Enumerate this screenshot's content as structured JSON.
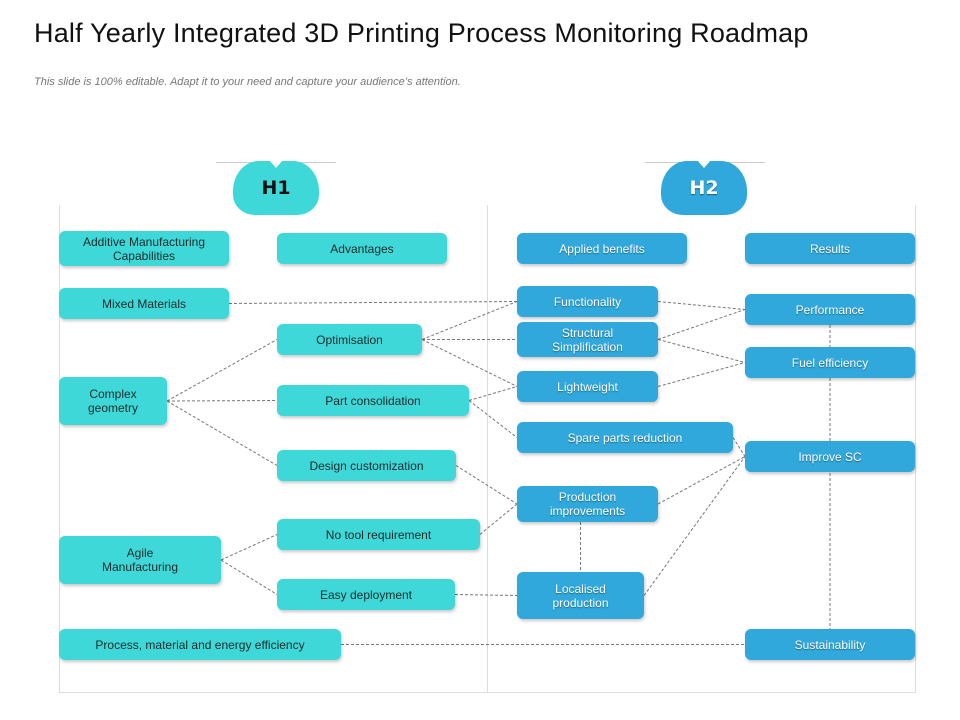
{
  "header": {
    "title": "Half Yearly Integrated 3D Printing Process Monitoring Roadmap",
    "subtitle": "This slide is 100% editable. Adapt it to your need and capture your audience’s attention."
  },
  "halves": [
    {
      "label": "H1",
      "color": "#3ed8d8"
    },
    {
      "label": "H2",
      "color": "#30a8dc"
    }
  ],
  "colors": {
    "h1_box": "#3ed8d8",
    "h2_box": "#30a8dc",
    "line": "#777777"
  },
  "nodes": {
    "additive": "Additive Manufacturing\nCapabilities",
    "advantages": "Advantages",
    "applied": "Applied benefits",
    "results": "Results",
    "mixed": "Mixed Materials",
    "complex": "Complex\ngeometry",
    "agile": "Agile\nManufacturing",
    "process": "Process, material and energy efficiency",
    "optimisation": "Optimisation",
    "partcons": "Part consolidation",
    "design": "Design customization",
    "notool": "No tool requirement",
    "easy": "Easy deployment",
    "functionality": "Functionality",
    "structural": "Structural\nSimplification",
    "lightweight": "Lightweight",
    "spare": "Spare parts reduction",
    "production": "Production\nimprovements",
    "localised": "Localised\nproduction",
    "performance": "Performance",
    "fuel": "Fuel efficiency",
    "improve": "Improve SC",
    "sustainability": "Sustainability"
  },
  "links": [
    [
      "mixed",
      "functionality"
    ],
    [
      "complex",
      "optimisation"
    ],
    [
      "complex",
      "partcons"
    ],
    [
      "complex",
      "design"
    ],
    [
      "optimisation",
      "functionality"
    ],
    [
      "optimisation",
      "structural"
    ],
    [
      "optimisation",
      "lightweight"
    ],
    [
      "partcons",
      "lightweight"
    ],
    [
      "partcons",
      "spare"
    ],
    [
      "design",
      "production"
    ],
    [
      "agile",
      "notool"
    ],
    [
      "agile",
      "easy"
    ],
    [
      "notool",
      "production"
    ],
    [
      "easy",
      "localised"
    ],
    [
      "process",
      "sustainability"
    ],
    [
      "functionality",
      "performance"
    ],
    [
      "structural",
      "performance"
    ],
    [
      "structural",
      "fuel"
    ],
    [
      "lightweight",
      "fuel"
    ],
    [
      "performance",
      "fuel"
    ],
    [
      "fuel",
      "sustainability"
    ],
    [
      "spare",
      "improve"
    ],
    [
      "production",
      "improve"
    ],
    [
      "localised",
      "improve"
    ],
    [
      "production",
      "localised"
    ]
  ]
}
